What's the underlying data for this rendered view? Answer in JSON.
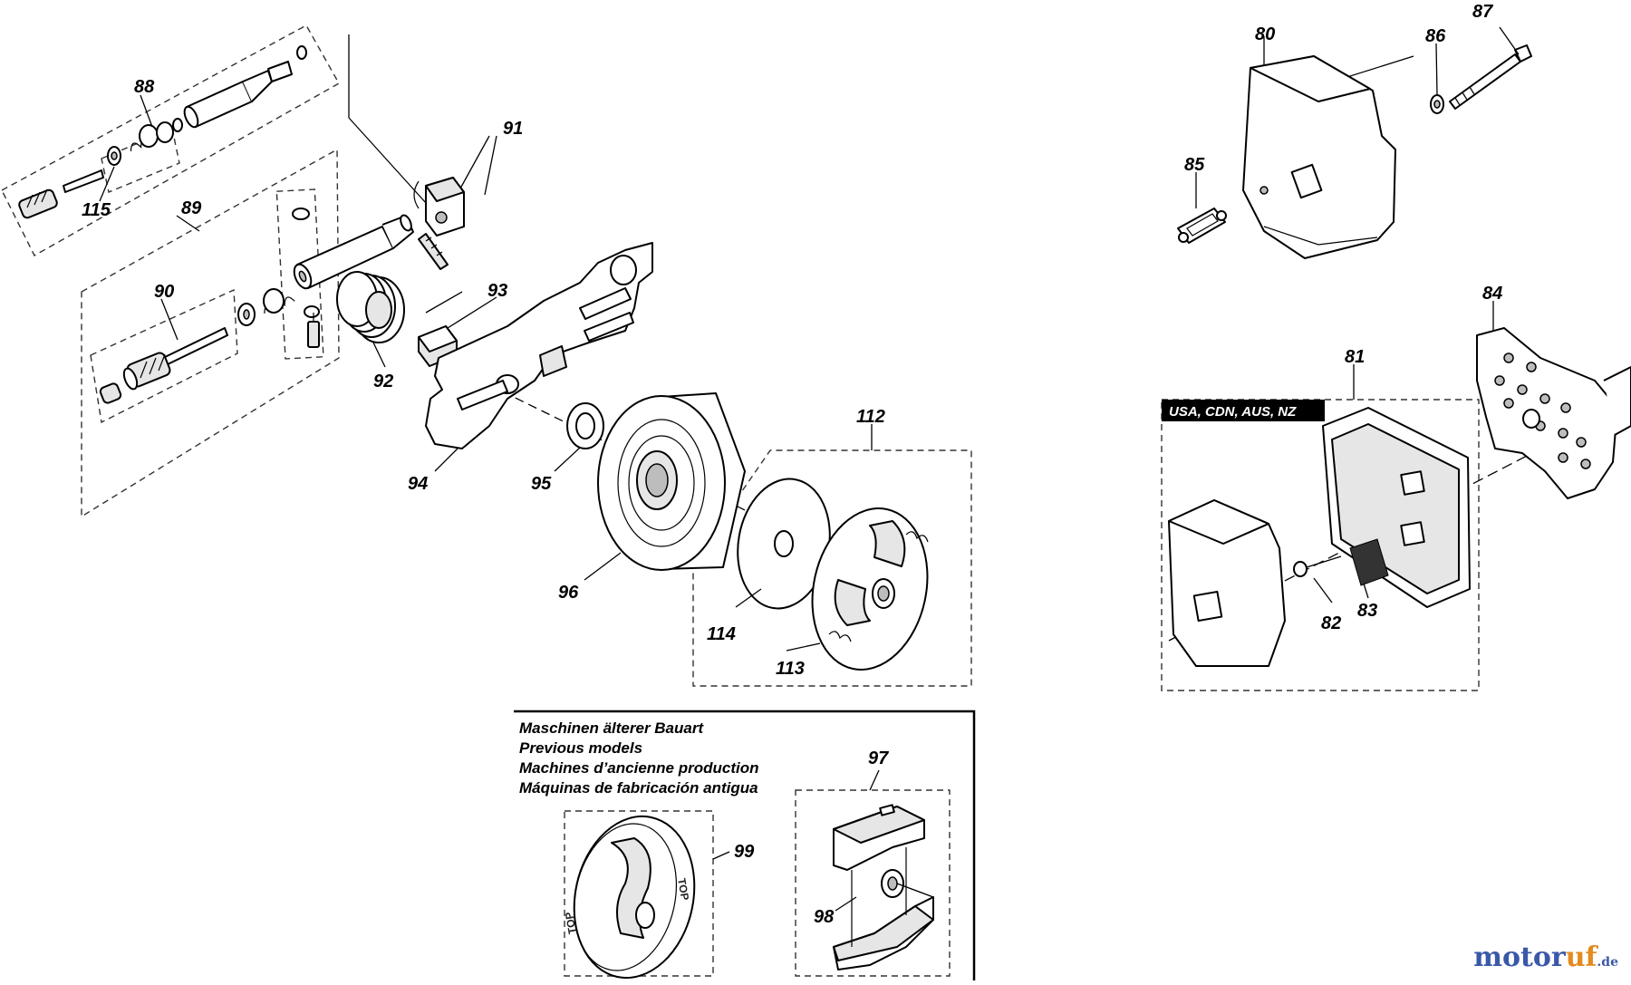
{
  "labels": {
    "p80": "80",
    "p81": "81",
    "p82": "82",
    "p83": "83",
    "p84": "84",
    "p85": "85",
    "p86": "86",
    "p87": "87",
    "p88": "88",
    "p89": "89",
    "p90": "90",
    "p91": "91",
    "p92": "92",
    "p93": "93",
    "p94": "94",
    "p95": "95",
    "p96": "96",
    "p97": "97",
    "p98": "98",
    "p99": "99",
    "p112": "112",
    "p113": "113",
    "p114": "114",
    "p115": "115"
  },
  "region_tag": "USA, CDN, AUS, NZ",
  "older_models": {
    "de": "Maschinen älterer Bauart",
    "en": "Previous models",
    "fr": "Machines d’ancienne production",
    "es": "Máquinas de fabricación antigua"
  },
  "clutch_marking": "TOP",
  "watermark": {
    "brand_a": "motor",
    "brand_b": "uf",
    "suffix": ".de"
  }
}
